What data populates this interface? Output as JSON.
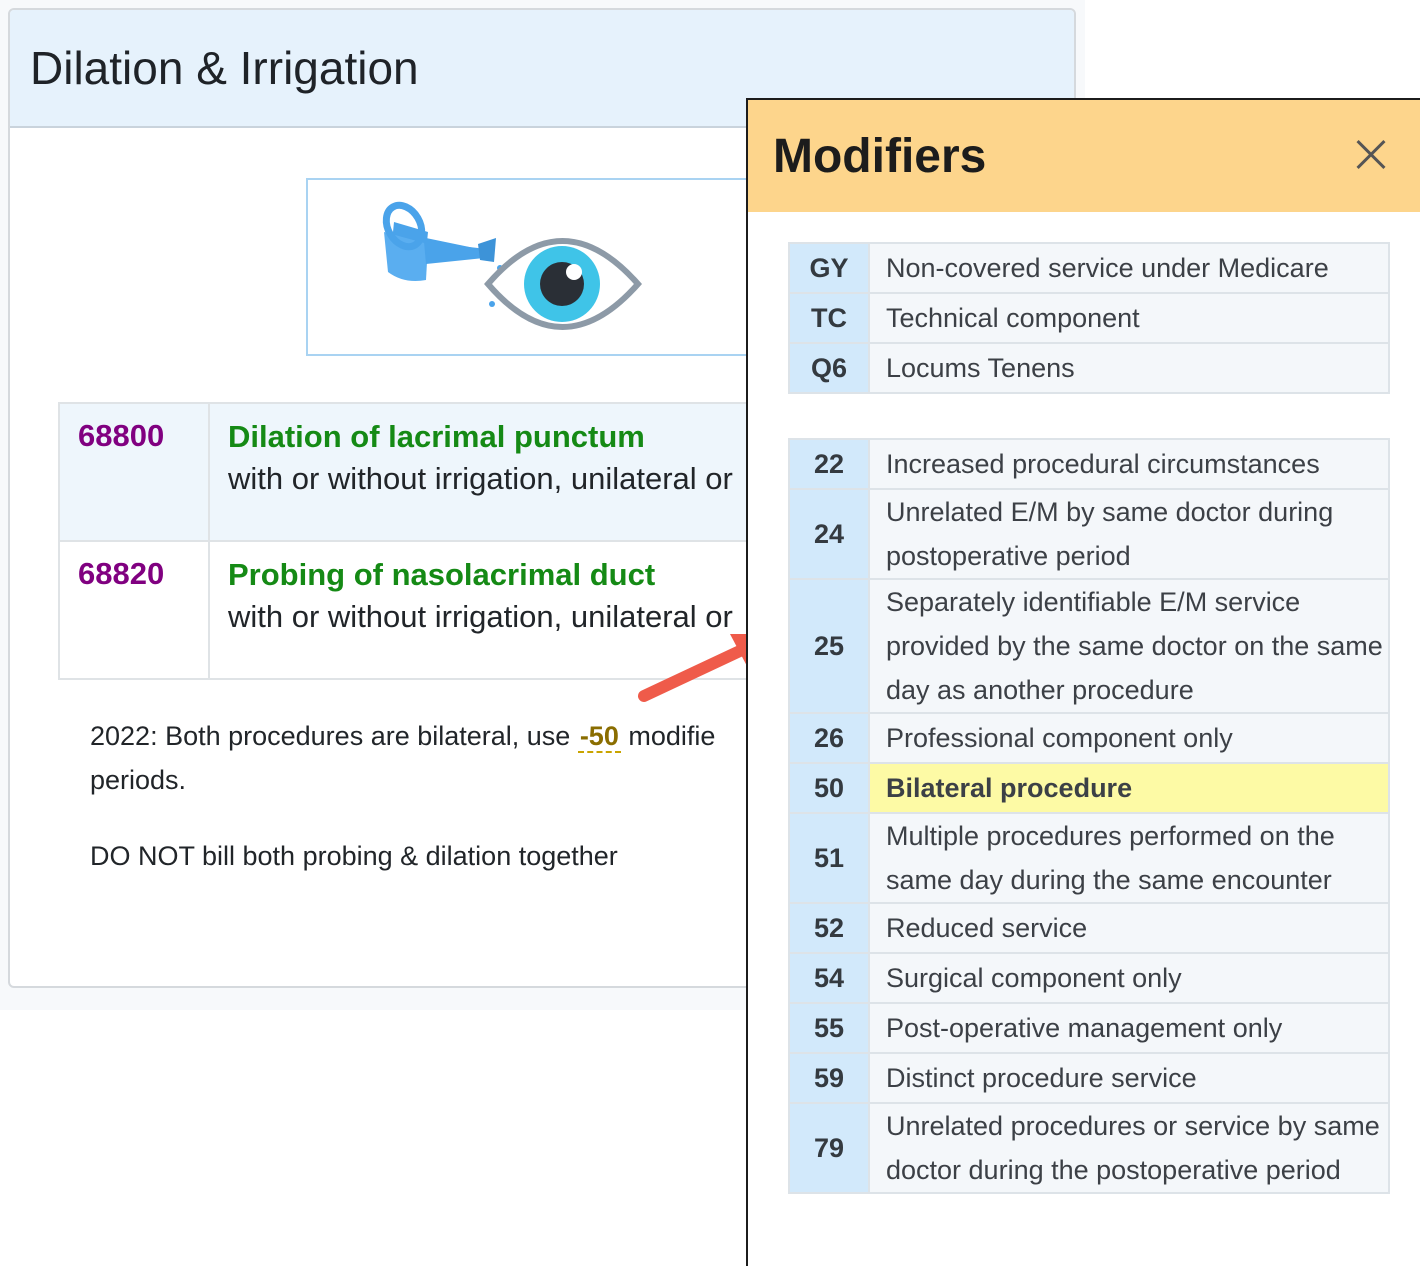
{
  "card": {
    "title": "Dilation & Irrigation",
    "procedures": [
      {
        "code": "68800",
        "title": "Dilation of lacrimal punctum",
        "subtitle": "with or without irrigation, unilateral or"
      },
      {
        "code": "68820",
        "title": "Probing of nasolacrimal duct",
        "subtitle": "with or without irrigation, unilateral or"
      }
    ],
    "note1_prefix": "2022: Both procedures are bilateral, use ",
    "note1_link": "-50",
    "note1_suffix": " modifie",
    "note1_line2": "periods.",
    "note2": "DO NOT bill both probing & dilation together"
  },
  "modal": {
    "title": "Modifiers",
    "group1": [
      {
        "code": "GY",
        "desc": "Non-covered service under Medicare"
      },
      {
        "code": "TC",
        "desc": "Technical component"
      },
      {
        "code": "Q6",
        "desc": "Locums Tenens"
      }
    ],
    "group2": [
      {
        "code": "22",
        "desc": "Increased procedural circumstances"
      },
      {
        "code": "24",
        "desc": "Unrelated E/M by same doctor during postoperative period"
      },
      {
        "code": "25",
        "desc": "Separately identifiable E/M service provided by the same doctor on the same day as another procedure"
      },
      {
        "code": "26",
        "desc": "Professional component only"
      },
      {
        "code": "50",
        "desc": "Bilateral procedure",
        "highlight": true
      },
      {
        "code": "51",
        "desc": "Multiple procedures performed on the same day during the same encounter"
      },
      {
        "code": "52",
        "desc": "Reduced service"
      },
      {
        "code": "54",
        "desc": "Surgical component only"
      },
      {
        "code": "55",
        "desc": "Post-operative management only"
      },
      {
        "code": "59",
        "desc": "Distinct procedure service"
      },
      {
        "code": "79",
        "desc": "Unrelated procedures or service by same doctor during the postoperative period"
      }
    ]
  },
  "colors": {
    "modal_header": "#fdd58c",
    "code_purple": "#800080",
    "title_green": "#158a15",
    "highlight": "#fdfaa5",
    "arrow": "#ef5b4a"
  },
  "icons": {
    "illustration": "watering-can-eye-icon",
    "close": "close-icon",
    "arrow": "arrow-icon"
  }
}
